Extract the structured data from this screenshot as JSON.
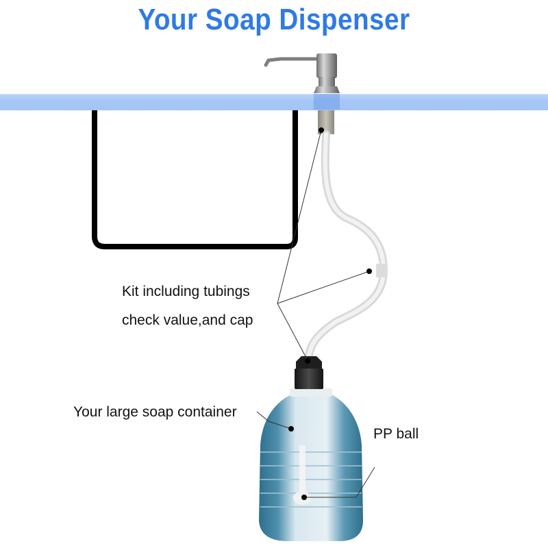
{
  "title": "Your Soap Dispenser",
  "labels": {
    "kit_line1": "Kit including tubings",
    "kit_line2": "check value,and cap",
    "container": "Your large soap container",
    "pp_ball": "PP ball"
  },
  "colors": {
    "title": "#2f7ae5",
    "counter": "#a5c6f7",
    "sink_outline": "#000000",
    "tubing": "#e4e4e4",
    "pump_metal": "#9a9a9a",
    "bottle_water": "#3f7f9c",
    "cap": "#2a2a2a"
  },
  "components": {
    "pump_head": "stainless-steel-pump-head",
    "counter": "countertop",
    "sink": "sink-basin-outline",
    "tubing": "extension-tubing",
    "check_valve": "check-valve",
    "cap": "bottle-cap",
    "bottle": "large-soap-bottle",
    "ball": "pp-ball"
  }
}
